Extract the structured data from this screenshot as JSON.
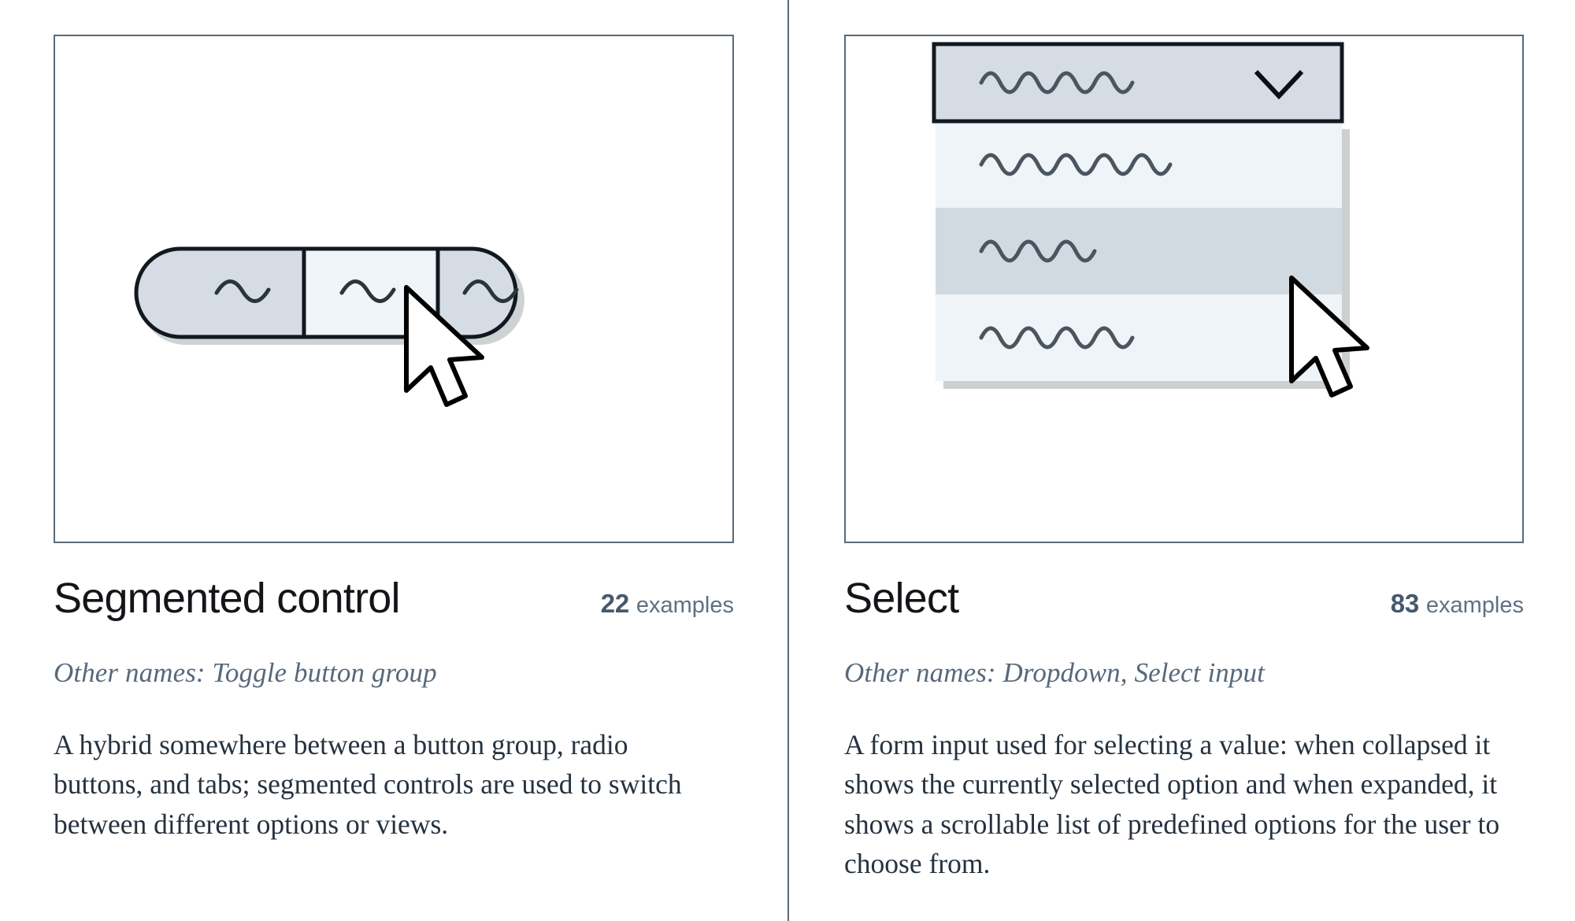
{
  "layout": {
    "columns": 2,
    "divider": true
  },
  "colors": {
    "frame_border": "#5a6a7b",
    "title_text": "#131519",
    "count_number": "#46596c",
    "count_word": "#5d7183",
    "alt_names_text": "#57697b",
    "body_text": "#26323f",
    "control_fill_inactive": "#d5dce3",
    "control_fill_active": "#eff5f8",
    "control_stroke": "#11181f",
    "option_row_default": "#eef4f7",
    "option_row_hover": "#d2dae1",
    "squiggle_stroke": "#4a5560",
    "shadow": "#c9cccd",
    "cursor_fill": "#ffffff",
    "cursor_stroke": "#000000"
  },
  "cards": [
    {
      "id": "segmented-control",
      "title": "Segmented control",
      "count": "22",
      "count_label": "examples",
      "alt_names": "Other names: Toggle button group",
      "description": "A hybrid somewhere between a button group, radio buttons, and tabs; segmented controls are used to switch between different options or views.",
      "illustration": {
        "type": "segmented-control",
        "segments": [
          {
            "state": "inactive",
            "content": "squiggle"
          },
          {
            "state": "active",
            "content": "squiggle"
          },
          {
            "state": "inactive",
            "content": "squiggle"
          }
        ],
        "cursor": {
          "visible": true,
          "over_segment": 2
        }
      }
    },
    {
      "id": "select",
      "title": "Select",
      "count": "83",
      "count_label": "examples",
      "alt_names": "Other names: Dropdown, Select input",
      "description": "A form input used for selecting a value: when collapsed it shows the currently selected option and when expanded, it shows a scrollable list of predefined options for the user to choose from.",
      "illustration": {
        "type": "select",
        "trigger": {
          "content": "squiggle",
          "icon": "chevron-down-icon",
          "state": "focused"
        },
        "options": [
          {
            "state": "default",
            "content": "squiggle"
          },
          {
            "state": "hover",
            "content": "squiggle"
          },
          {
            "state": "default",
            "content": "squiggle"
          }
        ],
        "cursor": {
          "visible": true,
          "over_option": 2
        }
      }
    }
  ]
}
